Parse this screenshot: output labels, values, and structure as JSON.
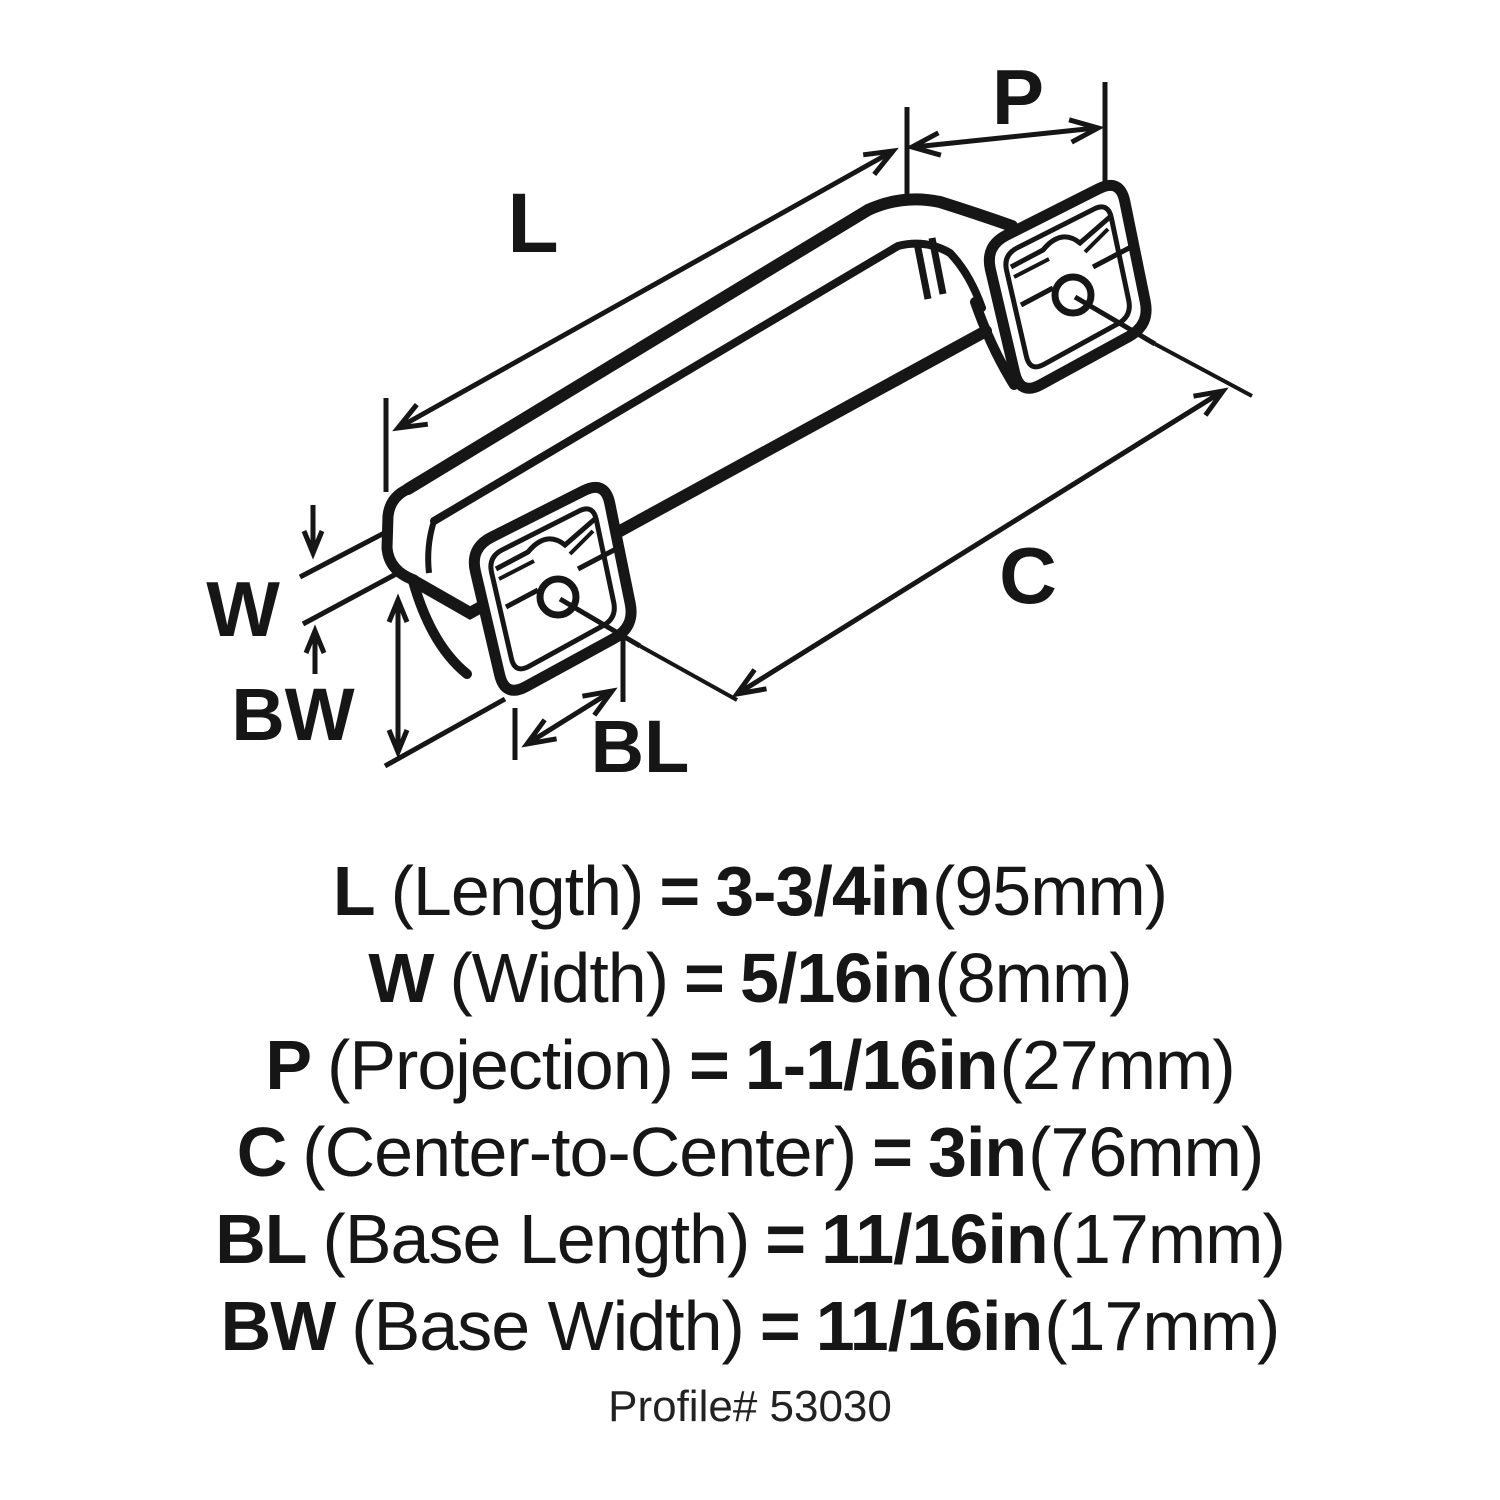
{
  "ink": "#161616",
  "diagram": {
    "labels": {
      "l": "L",
      "p": "P",
      "c": "C",
      "w": "W",
      "bw": "BW",
      "bl": "BL"
    }
  },
  "specs": {
    "rows": [
      {
        "symbol": "L",
        "name": "(Length)",
        "eq": "=",
        "value": "3-3/4in",
        "metric": "(95mm)"
      },
      {
        "symbol": "W",
        "name": "(Width)",
        "eq": "=",
        "value": "5/16in",
        "metric": "(8mm)"
      },
      {
        "symbol": "P",
        "name": "(Projection)",
        "eq": "=",
        "value": "1-1/16in",
        "metric": "(27mm)"
      },
      {
        "symbol": "C",
        "name": "(Center-to-Center)",
        "eq": "=",
        "value": "3in",
        "metric": "(76mm)"
      },
      {
        "symbol": "BL",
        "name": "(Base Length)",
        "eq": "=",
        "value": "11/16in",
        "metric": "(17mm)"
      },
      {
        "symbol": "BW",
        "name": "(Base Width)",
        "eq": "=",
        "value": "11/16in",
        "metric": "(17mm)"
      }
    ],
    "footer": "Profile# 53030"
  }
}
